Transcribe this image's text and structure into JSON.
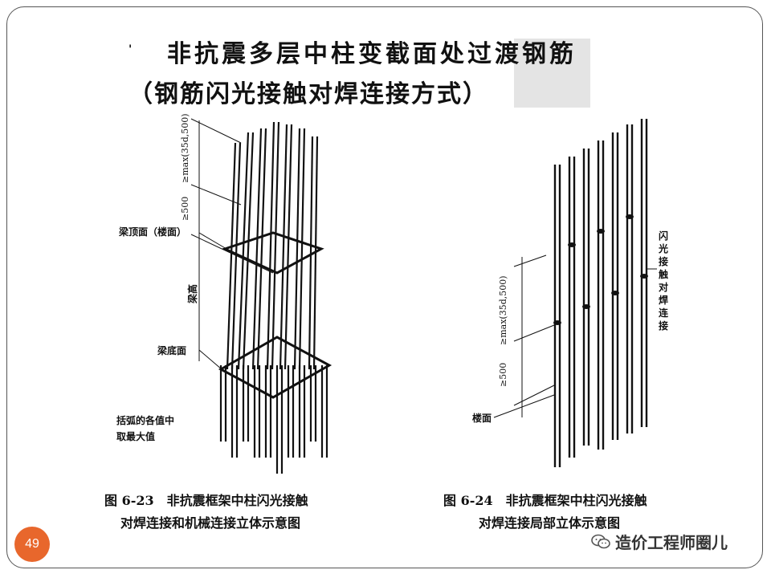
{
  "title": {
    "mark": "'",
    "line1": "非抗震多层中柱变截面处过渡钢筋",
    "line2": "（钢筋闪光接触对焊连接方式）"
  },
  "figure_left": {
    "dim_top": "≥max(35d,500)",
    "dim_mid": "≥500",
    "label_beam_top": "梁顶面（楼面）",
    "label_beam_height": "梁高",
    "label_beam_bottom": "梁底面",
    "note_line1": "括弧的各值中",
    "note_line2": "取最大值",
    "caption_line1": "图 6-23　非抗震框架中柱闪光接触",
    "caption_line2": "对焊连接和机械连接立体示意图"
  },
  "figure_right": {
    "dim_top": "≥max(35d,500)",
    "dim_mid": "≥500",
    "label_floor": "楼面",
    "label_weld": "闪光接触对焊连接",
    "caption_line1": "图 6-24　非抗震框架中柱闪光接触",
    "caption_line2": "对焊连接局部立体示意图"
  },
  "page_number": "49",
  "watermark": {
    "icon": "wechat-icon",
    "text": "造价工程师圈儿"
  }
}
